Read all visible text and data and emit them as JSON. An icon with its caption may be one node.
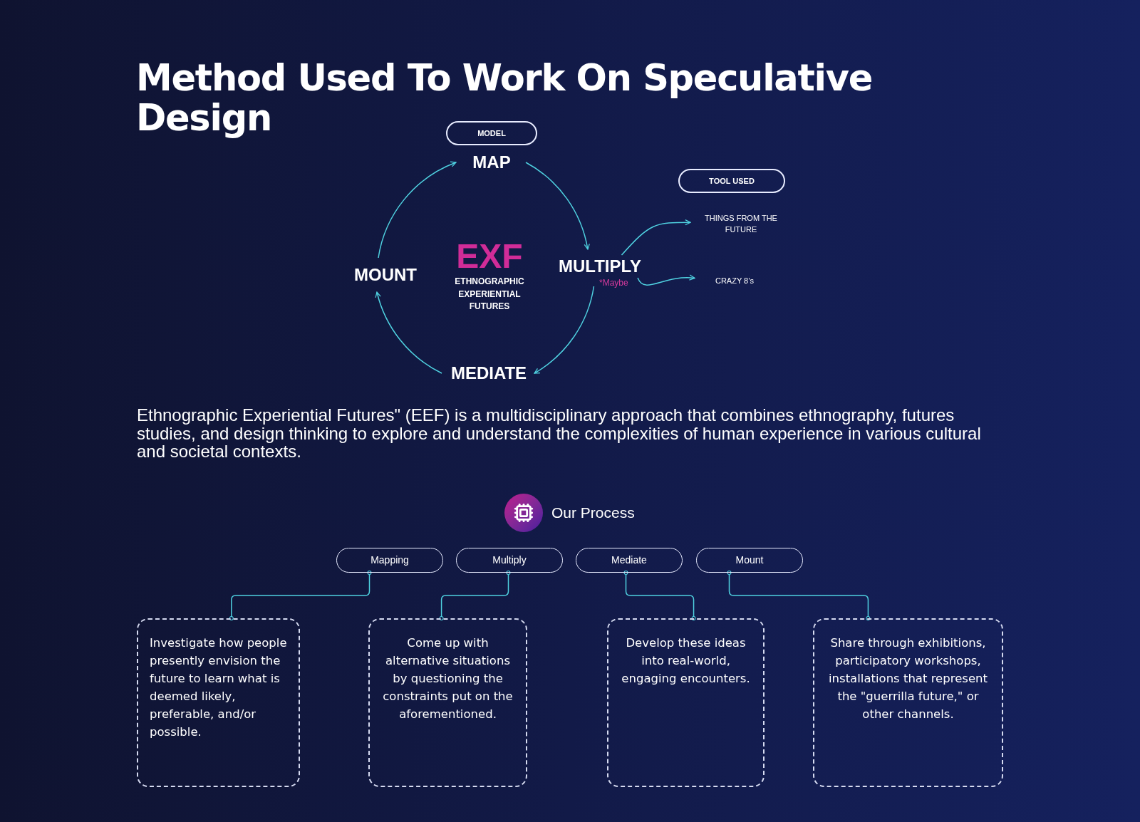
{
  "diagram": {
    "title": "Method Used To Work On Speculative Design",
    "nodes": [
      {
        "text": [
          "MODEL"
        ]
      },
      {
        "text": [
          "MAP"
        ]
      },
      {
        "text": [
          "MULTIPLY"
        ],
        "beside": [
          "*Maybe"
        ]
      },
      {
        "text": [
          "MEDIATE"
        ]
      },
      {
        "text": [
          "MOUNT"
        ]
      },
      {
        "text": [
          "TOOL USED"
        ]
      },
      {
        "text": [
          "THINGS FROM THE FUTURE"
        ]
      },
      {
        "text": [
          "CRAZY 8’s"
        ]
      },
      {
        "text": [
          "Mapping"
        ]
      },
      {
        "text": [
          "Multiply"
        ]
      },
      {
        "text": [
          "Mediate"
        ]
      },
      {
        "text": [
          "Mount"
        ]
      },
      {
        "text": [
          "Investigate how people presently envision the future to learn what is deemed likely, preferable, and/or possible."
        ]
      },
      {
        "text": [
          "Come up with alternative situations by questioning the constraints put on the aforementioned."
        ]
      },
      {
        "text": [
          "Develop these ideas into real-world, engaging encounters."
        ]
      },
      {
        "text": [
          "Share through exhibitions, participatory workshops, installations that represent the \"guerrilla future,\" or other channels."
        ]
      }
    ],
    "edges": [
      {
        "from": 1,
        "to": 2,
        "arrow": "to"
      },
      {
        "from": 2,
        "to": 3,
        "arrow": "to"
      },
      {
        "from": 3,
        "to": 4,
        "arrow": "to"
      },
      {
        "from": 4,
        "to": 1,
        "arrow": "to"
      },
      {
        "from": 2,
        "to": 6,
        "arrow": "to"
      },
      {
        "from": 2,
        "to": 7,
        "arrow": "to"
      },
      {
        "from": 8,
        "to": 12,
        "arrow": "other"
      },
      {
        "from": 9,
        "to": 13,
        "arrow": "other"
      },
      {
        "from": 10,
        "to": 14,
        "arrow": "other"
      },
      {
        "from": 11,
        "to": 15,
        "arrow": "other"
      }
    ],
    "labels": [
      "EXF",
      "ETHNOGRAPHIC EXPERIENTIAL FUTURES",
      "Ethnographic Experiential Futures\" (EEF) is a multidisciplinary approach that combines ethnography, futures studies, and design thinking to explore and understand the complexities of human experience in various cultural and societal contexts.",
      "Our Process"
    ]
  }
}
